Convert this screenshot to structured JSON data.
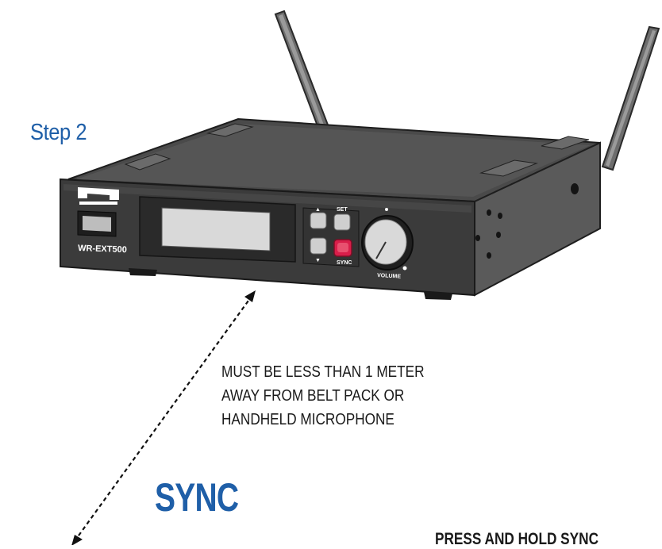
{
  "step_label": "Step 2",
  "device": {
    "model_label": "WR-EXT500",
    "button_up_label": "▲",
    "button_down_label": "▼",
    "button_set_label": "SET",
    "button_sync_label": "SYNC",
    "knob_label": "VOLUME",
    "sync_button_color": "#d81e4a",
    "body_color": "#3b3b3b"
  },
  "distance_note": "MUST BE LESS THAN 1 METER\nAWAY FROM BELT PACK OR\nHANDHELD MICROPHONE",
  "sync_title": "SYNC",
  "press_note": "PRESS AND HOLD SYNC",
  "colors": {
    "accent_blue": "#1f5fa8"
  }
}
